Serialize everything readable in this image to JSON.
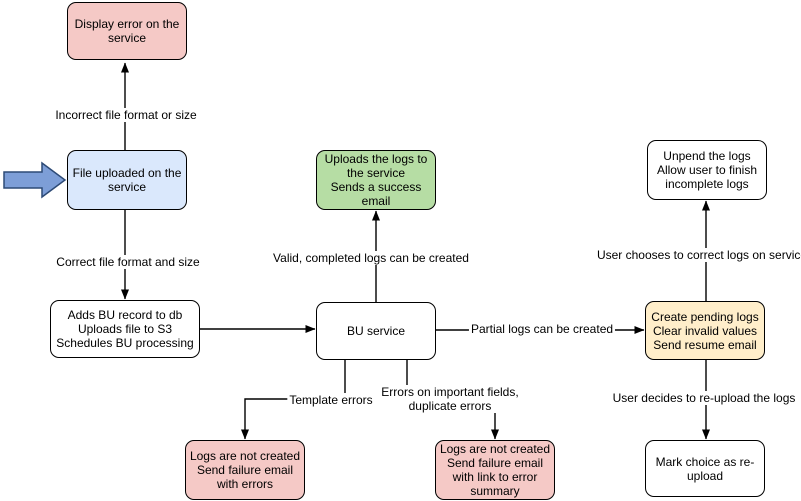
{
  "diagram": {
    "type": "flowchart",
    "colors": {
      "node_pink": "#f5c9c6",
      "node_blue": "#dae8fc",
      "node_green": "#b6dda4",
      "node_yellow": "#ffeeca",
      "node_white": "#ffffff",
      "node_border": "#000000",
      "edge": "#000000",
      "label_bg": "#ffffff",
      "start_arrow_fill": "#7d9ed7",
      "start_arrow_stroke": "#2d4a76"
    },
    "nodes": {
      "display_error": {
        "text": "Display error on the\nservice"
      },
      "file_uploaded": {
        "text": "File uploaded on the\nservice"
      },
      "adds_bu_record": {
        "text": "Adds BU record to db\nUploads file to S3\nSchedules BU processing"
      },
      "bu_service": {
        "text": "BU service"
      },
      "uploads_logs": {
        "text": "Uploads the logs to\nthe service\nSends a success\nemail"
      },
      "unpend_logs": {
        "text": "Unpend the logs\nAllow user to finish\nincomplete logs"
      },
      "create_pending": {
        "text": "Create pending logs\nClear invalid values\nSend resume email"
      },
      "mark_reupload": {
        "text": "Mark choice as re-\nupload"
      },
      "logs_not_created_errors": {
        "text": "Logs are not created\nSend failure email\nwith errors"
      },
      "logs_not_created_summary": {
        "text": "Logs are not created\nSend failure email\nwith link to error\nsummary"
      }
    },
    "edge_labels": {
      "incorrect_format": {
        "text": "Incorrect file format or size"
      },
      "correct_format": {
        "text": "Correct file format and size"
      },
      "valid_completed": {
        "text": "Valid, completed logs can be created"
      },
      "partial_logs": {
        "text": "Partial logs can be created"
      },
      "user_correct": {
        "text": "User chooses to correct logs on service"
      },
      "user_reupload": {
        "text": "User decides to re-upload the logs"
      },
      "template_errors": {
        "text": "Template errors"
      },
      "important_fields": {
        "text": "Errors on important fields,\nduplicate errors"
      }
    }
  }
}
